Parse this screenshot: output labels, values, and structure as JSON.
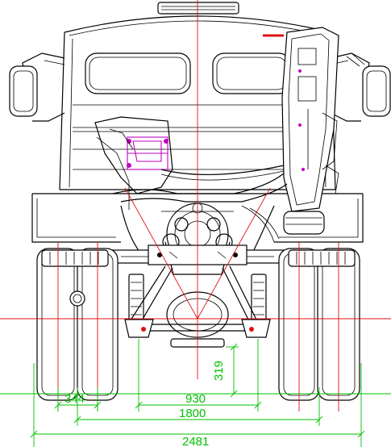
{
  "drawing": {
    "view": "rear elevation",
    "colors": {
      "outline": "#000000",
      "centerline": "#e01010",
      "dimension": "#00c000",
      "detail": "#c000c0"
    }
  },
  "dimensions": {
    "d319": "319",
    "d344": "344",
    "d930": "930",
    "d1800": "1800",
    "d2481": "2481"
  }
}
